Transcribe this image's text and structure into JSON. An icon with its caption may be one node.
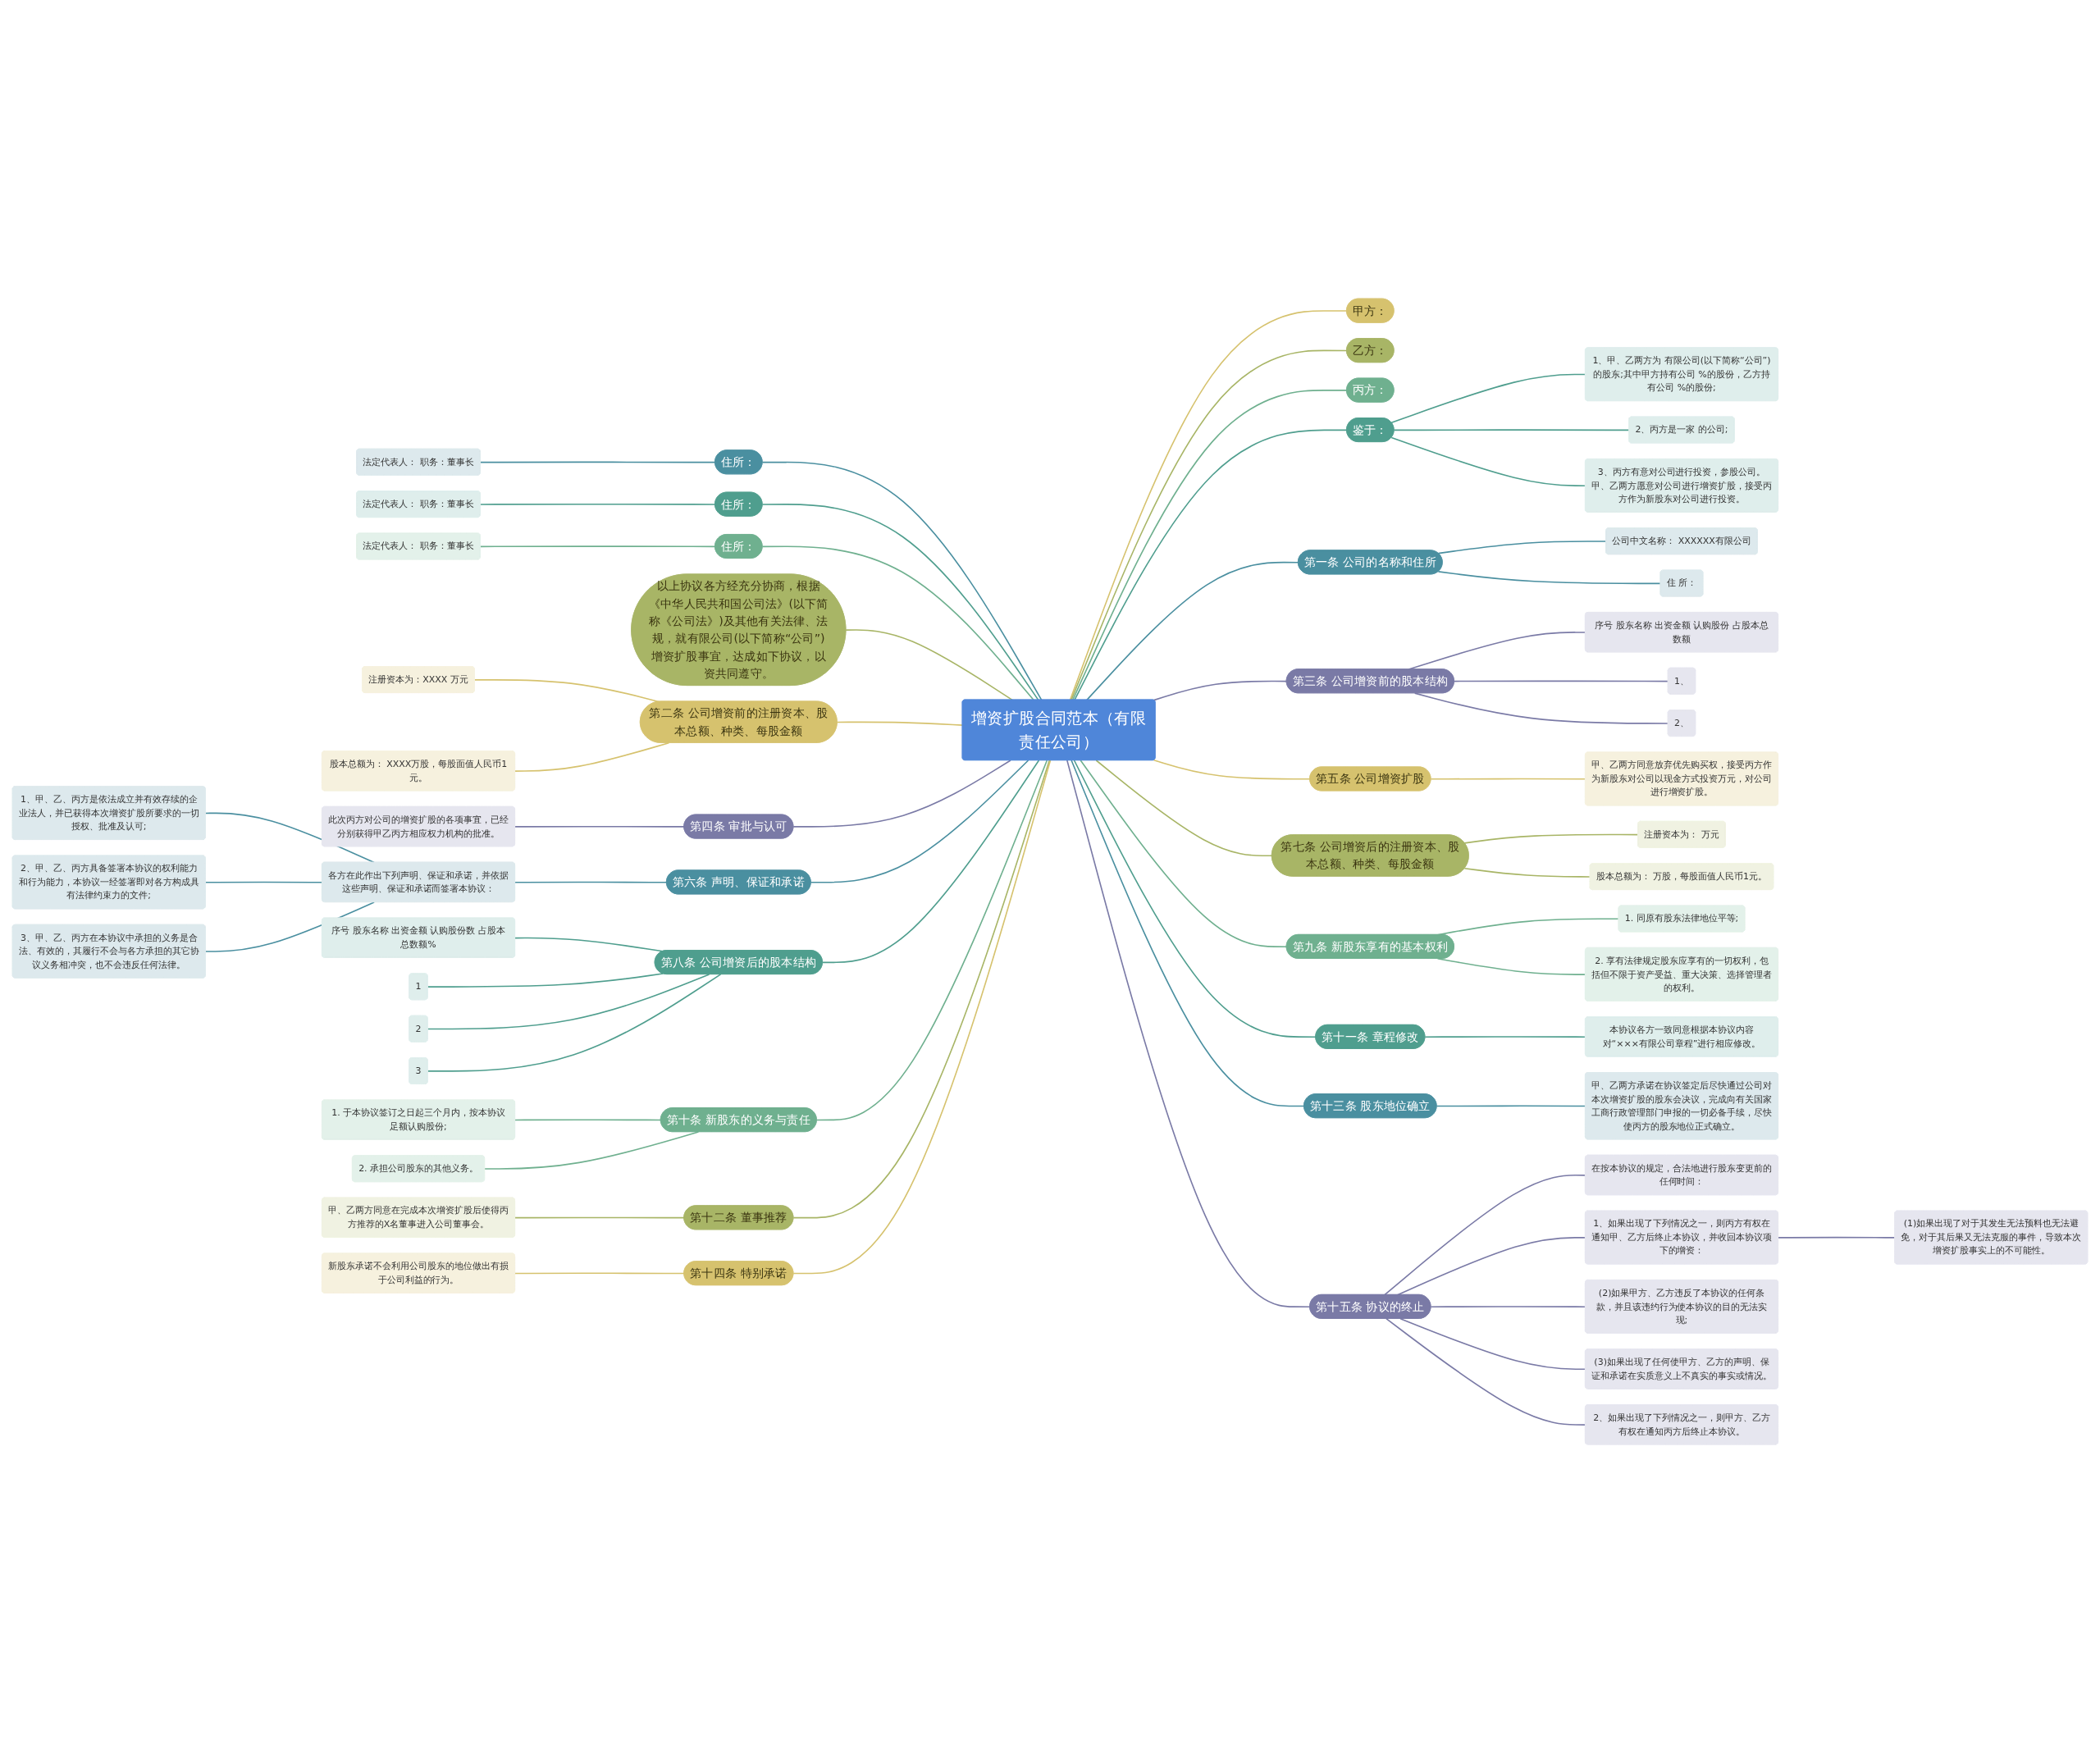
{
  "diagram": {
    "nodes": [
      {
        "text": [
          "增资扩股合同范本（有限责任公司）"
        ]
      },
      {
        "text": [
          "甲方："
        ]
      },
      {
        "text": [
          "乙方："
        ]
      },
      {
        "text": [
          "丙方："
        ]
      },
      {
        "text": [
          "鉴于："
        ]
      },
      {
        "text": [
          "1、甲、乙两方为 有限公司(以下简称“公司”)的股东;其中甲方持有公司 %的股份，乙方持有公司 %的股份;"
        ]
      },
      {
        "text": [
          "2、丙方是一家 的公司;"
        ]
      },
      {
        "text": [
          "3、丙方有意对公司进行投资，参股公司。甲、乙两方愿意对公司进行增资扩股，接受丙方作为新股东对公司进行投资。"
        ]
      },
      {
        "text": [
          "第一条 公司的名称和住所"
        ]
      },
      {
        "text": [
          "公司中文名称： XXXXXX有限公司"
        ]
      },
      {
        "text": [
          "住 所："
        ]
      },
      {
        "text": [
          "第三条 公司增资前的股本结构"
        ]
      },
      {
        "text": [
          "序号 股东名称 出资金额 认购股份 占股本总数额"
        ]
      },
      {
        "text": [
          "1、"
        ]
      },
      {
        "text": [
          "2、"
        ]
      },
      {
        "text": [
          "第五条 公司增资扩股"
        ]
      },
      {
        "text": [
          "甲、乙两方同意放弃优先购买权，接受丙方作为新股东对公司以现金方式投资万元，对公司进行增资扩股。"
        ]
      },
      {
        "text": [
          "第七条 公司增资后的注册资本、股本总额、种类、每股金额"
        ]
      },
      {
        "text": [
          "注册资本为： 万元"
        ]
      },
      {
        "text": [
          "股本总额为： 万股，每股面值人民币1元。"
        ]
      },
      {
        "text": [
          "第九条 新股东享有的基本权利"
        ]
      },
      {
        "text": [
          "1. 同原有股东法律地位平等;"
        ]
      },
      {
        "text": [
          "2. 享有法律规定股东应享有的一切权利，包括但不限于资产受益、重大决策、选择管理者的权利。"
        ]
      },
      {
        "text": [
          "第十一条 章程修改"
        ]
      },
      {
        "text": [
          "本协议各方一致同意根据本协议内容对“×××有限公司章程”进行相应修改。"
        ]
      },
      {
        "text": [
          "第十三条 股东地位确立"
        ]
      },
      {
        "text": [
          "甲、乙两方承诺在协议签定后尽快通过公司对本次增资扩股的股东会决议，完成向有关国家工商行政管理部门申报的一切必备手续，尽快使丙方的股东地位正式确立。"
        ]
      },
      {
        "text": [
          "第十五条 协议的终止"
        ]
      },
      {
        "text": [
          "在按本协议的规定，合法地进行股东变更前的任何时间："
        ]
      },
      {
        "text": [
          "1、如果出现了下列情况之一，则丙方有权在通知甲、乙方后终止本协议，并收回本协议项下的增资："
        ]
      },
      {
        "text": [
          "(1)如果出现了对于其发生无法预料也无法避免，对于其后果又无法克服的事件，导致本次增资扩股事实上的不可能性。"
        ]
      },
      {
        "text": [
          "(2)如果甲方、乙方违反了本协议的任何条款，并且该违约行为使本协议的目的无法实现;"
        ]
      },
      {
        "text": [
          "(3)如果出现了任何使甲方、乙方的声明、保证和承诺在实质意义上不真实的事实或情况。"
        ]
      },
      {
        "text": [
          "2、如果出现了下列情况之一，则甲方、乙方有权在通知丙方后终止本协议。"
        ]
      },
      {
        "text": [
          "住所："
        ]
      },
      {
        "text": [
          "法定代表人： 职务：董事长"
        ]
      },
      {
        "text": [
          "住所："
        ]
      },
      {
        "text": [
          "法定代表人： 职务：董事长"
        ]
      },
      {
        "text": [
          "住所："
        ]
      },
      {
        "text": [
          "法定代表人： 职务：董事长"
        ]
      },
      {
        "text": [
          "以上协议各方经充分协商，根据《中华人民共和国公司法》(以下简称《公司法》)及其他有关法律、法规，就有限公司(以下简称“公司”)增资扩股事宜，达成如下协议，以资共同遵守。"
        ]
      },
      {
        "text": [
          "第二条 公司增资前的注册资本、股本总额、种类、每股金额"
        ]
      },
      {
        "text": [
          "注册资本为：XXXX 万元"
        ]
      },
      {
        "text": [
          "股本总额为： XXXX万股，每股面值人民币1元。"
        ]
      },
      {
        "text": [
          "第四条 审批与认可"
        ]
      },
      {
        "text": [
          "此次丙方对公司的增资扩股的各项事宜，已经分别获得甲乙丙方相应权力机构的批准。"
        ]
      },
      {
        "text": [
          "第六条 声明、保证和承诺"
        ]
      },
      {
        "text": [
          "各方在此作出下列声明、保证和承诺，并依据这些声明、保证和承诺而签署本协议："
        ]
      },
      {
        "text": [
          "1、甲、乙、丙方是依法成立并有效存续的企业法人，并已获得本次增资扩股所要求的一切授权、批准及认可;"
        ]
      },
      {
        "text": [
          "2、甲、乙、丙方具备签署本协议的权利能力和行为能力，本协议一经签署即对各方构成具有法律约束力的文件;"
        ]
      },
      {
        "text": [
          "3、甲、乙、丙方在本协议中承担的义务是合法、有效的，其履行不会与各方承担的其它协议义务相冲突，也不会违反任何法律。"
        ]
      },
      {
        "text": [
          "第八条 公司增资后的股本结构"
        ]
      },
      {
        "text": [
          "序号 股东名称 出资金额 认购股份数 占股本总数额%"
        ]
      },
      {
        "text": [
          "1"
        ]
      },
      {
        "text": [
          "2"
        ]
      },
      {
        "text": [
          "3"
        ]
      },
      {
        "text": [
          "第十条 新股东的义务与责任"
        ]
      },
      {
        "text": [
          "1. 于本协议签订之日起三个月内，按本协议足额认购股份;"
        ]
      },
      {
        "text": [
          "2. 承担公司股东的其他义务。"
        ]
      },
      {
        "text": [
          "第十二条 董事推荐"
        ]
      },
      {
        "text": [
          "甲、乙两方同意在完成本次增资扩股后使得丙方推荐的X名董事进入公司董事会。"
        ]
      },
      {
        "text": [
          "第十四条 特别承诺"
        ]
      },
      {
        "text": [
          "新股东承诺不会利用公司股东的地位做出有损于公司利益的行为。"
        ]
      }
    ],
    "edges": [
      {
        "from": 0,
        "to": 1,
        "arrow": "none",
        "color": "#d6c26e"
      },
      {
        "from": 0,
        "to": 2,
        "arrow": "none",
        "color": "#a8b566"
      },
      {
        "from": 0,
        "to": 3,
        "arrow": "none",
        "color": "#6fb08f"
      },
      {
        "from": 0,
        "to": 4,
        "arrow": "none",
        "color": "#4f9e8e"
      },
      {
        "from": 4,
        "to": 5,
        "arrow": "none",
        "color": "#4f9e8e"
      },
      {
        "from": 4,
        "to": 6,
        "arrow": "none",
        "color": "#4f9e8e"
      },
      {
        "from": 4,
        "to": 7,
        "arrow": "none",
        "color": "#4f9e8e"
      },
      {
        "from": 0,
        "to": 8,
        "arrow": "none",
        "color": "#4a8fa0"
      },
      {
        "from": 8,
        "to": 9,
        "arrow": "none",
        "color": "#4a8fa0"
      },
      {
        "from": 8,
        "to": 10,
        "arrow": "none",
        "color": "#4a8fa0"
      },
      {
        "from": 0,
        "to": 11,
        "arrow": "none",
        "color": "#7a7aa6"
      },
      {
        "from": 11,
        "to": 12,
        "arrow": "none",
        "color": "#7a7aa6"
      },
      {
        "from": 11,
        "to": 13,
        "arrow": "none",
        "color": "#7a7aa6"
      },
      {
        "from": 11,
        "to": 14,
        "arrow": "none",
        "color": "#7a7aa6"
      },
      {
        "from": 0,
        "to": 15,
        "arrow": "none",
        "color": "#d6c26e"
      },
      {
        "from": 15,
        "to": 16,
        "arrow": "none",
        "color": "#d6c26e"
      },
      {
        "from": 0,
        "to": 17,
        "arrow": "none",
        "color": "#a8b566"
      },
      {
        "from": 17,
        "to": 18,
        "arrow": "none",
        "color": "#a8b566"
      },
      {
        "from": 17,
        "to": 19,
        "arrow": "none",
        "color": "#a8b566"
      },
      {
        "from": 0,
        "to": 20,
        "arrow": "none",
        "color": "#6fb08f"
      },
      {
        "from": 20,
        "to": 21,
        "arrow": "none",
        "color": "#6fb08f"
      },
      {
        "from": 20,
        "to": 22,
        "arrow": "none",
        "color": "#6fb08f"
      },
      {
        "from": 0,
        "to": 23,
        "arrow": "none",
        "color": "#4f9e8e"
      },
      {
        "from": 23,
        "to": 24,
        "arrow": "none",
        "color": "#4f9e8e"
      },
      {
        "from": 0,
        "to": 25,
        "arrow": "none",
        "color": "#4a8fa0"
      },
      {
        "from": 25,
        "to": 26,
        "arrow": "none",
        "color": "#4a8fa0"
      },
      {
        "from": 0,
        "to": 27,
        "arrow": "none",
        "color": "#7a7aa6"
      },
      {
        "from": 27,
        "to": 28,
        "arrow": "none",
        "color": "#7a7aa6"
      },
      {
        "from": 27,
        "to": 29,
        "arrow": "none",
        "color": "#7a7aa6"
      },
      {
        "from": 29,
        "to": 30,
        "arrow": "none",
        "color": "#7a7aa6"
      },
      {
        "from": 27,
        "to": 31,
        "arrow": "none",
        "color": "#7a7aa6"
      },
      {
        "from": 27,
        "to": 32,
        "arrow": "none",
        "color": "#7a7aa6"
      },
      {
        "from": 27,
        "to": 33,
        "arrow": "none",
        "color": "#7a7aa6"
      },
      {
        "from": 0,
        "to": 34,
        "arrow": "none",
        "color": "#4a8fa0"
      },
      {
        "from": 34,
        "to": 35,
        "arrow": "none",
        "color": "#4a8fa0"
      },
      {
        "from": 0,
        "to": 36,
        "arrow": "none",
        "color": "#4f9e8e"
      },
      {
        "from": 36,
        "to": 37,
        "arrow": "none",
        "color": "#4f9e8e"
      },
      {
        "from": 0,
        "to": 38,
        "arrow": "none",
        "color": "#6fb08f"
      },
      {
        "from": 38,
        "to": 39,
        "arrow": "none",
        "color": "#6fb08f"
      },
      {
        "from": 0,
        "to": 40,
        "arrow": "none",
        "color": "#a8b566"
      },
      {
        "from": 0,
        "to": 41,
        "arrow": "none",
        "color": "#d6c26e"
      },
      {
        "from": 41,
        "to": 42,
        "arrow": "none",
        "color": "#d6c26e"
      },
      {
        "from": 41,
        "to": 43,
        "arrow": "none",
        "color": "#d6c26e"
      },
      {
        "from": 0,
        "to": 44,
        "arrow": "none",
        "color": "#7a7aa6"
      },
      {
        "from": 44,
        "to": 45,
        "arrow": "none",
        "color": "#7a7aa6"
      },
      {
        "from": 0,
        "to": 46,
        "arrow": "none",
        "color": "#4a8fa0"
      },
      {
        "from": 46,
        "to": 47,
        "arrow": "none",
        "color": "#4a8fa0"
      },
      {
        "from": 47,
        "to": 48,
        "arrow": "none",
        "color": "#4a8fa0"
      },
      {
        "from": 47,
        "to": 49,
        "arrow": "none",
        "color": "#4a8fa0"
      },
      {
        "from": 47,
        "to": 50,
        "arrow": "none",
        "color": "#4a8fa0"
      },
      {
        "from": 0,
        "to": 51,
        "arrow": "none",
        "color": "#4f9e8e"
      },
      {
        "from": 51,
        "to": 52,
        "arrow": "none",
        "color": "#4f9e8e"
      },
      {
        "from": 51,
        "to": 53,
        "arrow": "none",
        "color": "#4f9e8e"
      },
      {
        "from": 51,
        "to": 54,
        "arrow": "none",
        "color": "#4f9e8e"
      },
      {
        "from": 51,
        "to": 55,
        "arrow": "none",
        "color": "#4f9e8e"
      },
      {
        "from": 0,
        "to": 56,
        "arrow": "none",
        "color": "#6fb08f"
      },
      {
        "from": 56,
        "to": 57,
        "arrow": "none",
        "color": "#6fb08f"
      },
      {
        "from": 56,
        "to": 58,
        "arrow": "none",
        "color": "#6fb08f"
      },
      {
        "from": 0,
        "to": 59,
        "arrow": "none",
        "color": "#a8b566"
      },
      {
        "from": 59,
        "to": 60,
        "arrow": "none",
        "color": "#a8b566"
      },
      {
        "from": 0,
        "to": 61,
        "arrow": "none",
        "color": "#d6c26e"
      },
      {
        "from": 61,
        "to": 62,
        "arrow": "none",
        "color": "#d6c26e"
      }
    ]
  }
}
